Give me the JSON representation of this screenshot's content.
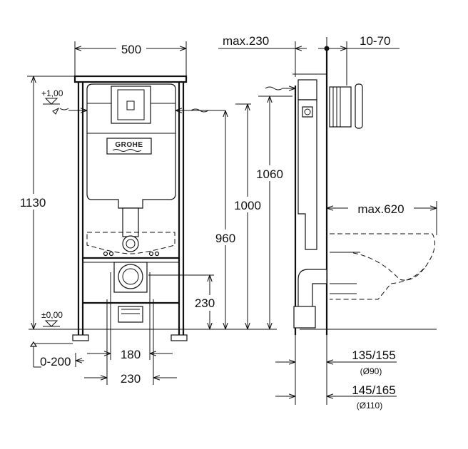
{
  "brand": {
    "logo_text": "GROHE"
  },
  "levels": {
    "top": "+1,00",
    "floor": "±0,00"
  },
  "dimensions": {
    "width_frame": "500",
    "height_total": "1130",
    "height_1060": "1060",
    "height_1000": "1000",
    "height_960": "960",
    "height_230": "230",
    "spacing_180": "180",
    "spacing_230_bottom": "230",
    "range_0_200": "0-200",
    "max_230": "max.230",
    "range_10_70": "10-70",
    "max_620": "max.620",
    "drain_1": "135/155",
    "drain_1_pipe": "(Ø90)",
    "drain_2": "145/165",
    "drain_2_pipe": "(Ø110)"
  }
}
